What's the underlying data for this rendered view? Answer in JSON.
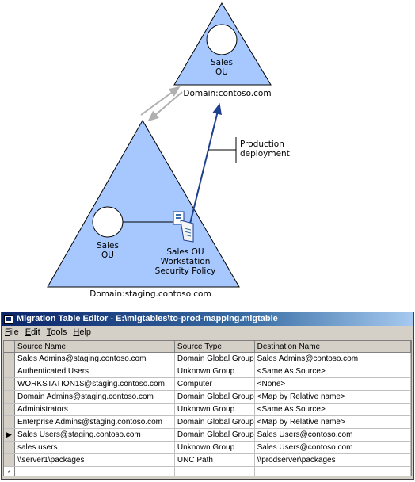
{
  "diagram": {
    "top_triangle": {
      "ou_label_line1": "Sales",
      "ou_label_line2": "OU",
      "domain_label": "Domain:contoso.com"
    },
    "bottom_triangle": {
      "ou_label_line1": "Sales",
      "ou_label_line2": "OU",
      "policy_label_line1": "Sales OU",
      "policy_label_line2": "Workstation",
      "policy_label_line3": "Security Policy",
      "domain_label": "Domain:staging.contoso.com"
    },
    "callout_line1": "Production",
    "callout_line2": "deployment",
    "colors": {
      "triangle_fill": "#a6c8ff",
      "arrow": "#1f3f8f",
      "link": "#b0b0b0"
    }
  },
  "window": {
    "title": "Migration Table Editor - E:\\migtables\\to-prod-mapping.migtable",
    "menu": [
      "File",
      "Edit",
      "Tools",
      "Help"
    ],
    "columns": [
      "Source Name",
      "Source Type",
      "Destination Name"
    ],
    "rows": [
      {
        "indicator": "",
        "source_name": "Sales Admins@staging.contoso.com",
        "source_type": "Domain Global Group",
        "destination": "Sales Admins@contoso.com"
      },
      {
        "indicator": "",
        "source_name": "Authenticated Users",
        "source_type": "Unknown Group",
        "destination": "<Same As Source>"
      },
      {
        "indicator": "",
        "source_name": "WORKSTATION1$@staging.contoso.com",
        "source_type": "Computer",
        "destination": "<None>"
      },
      {
        "indicator": "",
        "source_name": "Domain Admins@staging.contoso.com",
        "source_type": "Domain Global Group",
        "destination": "<Map by Relative name>"
      },
      {
        "indicator": "",
        "source_name": "Administrators",
        "source_type": "Unknown Group",
        "destination": "<Same As Source>"
      },
      {
        "indicator": "",
        "source_name": "Enterprise  Admins@staging.contoso.com",
        "source_type": "Domain Global Group",
        "destination": "<Map by Relative name>"
      },
      {
        "indicator": "▶",
        "source_name": "Sales Users@staging.contoso.com",
        "source_type": "Domain Global Group",
        "destination": "Sales Users@contoso.com"
      },
      {
        "indicator": "",
        "source_name": "sales users",
        "source_type": "Unknown Group",
        "destination": "Sales Users@contoso.com"
      },
      {
        "indicator": "",
        "source_name": "\\\\server1\\packages",
        "source_type": "UNC Path",
        "destination": "\\\\prodserver\\packages"
      }
    ],
    "new_row_indicator": "*"
  }
}
